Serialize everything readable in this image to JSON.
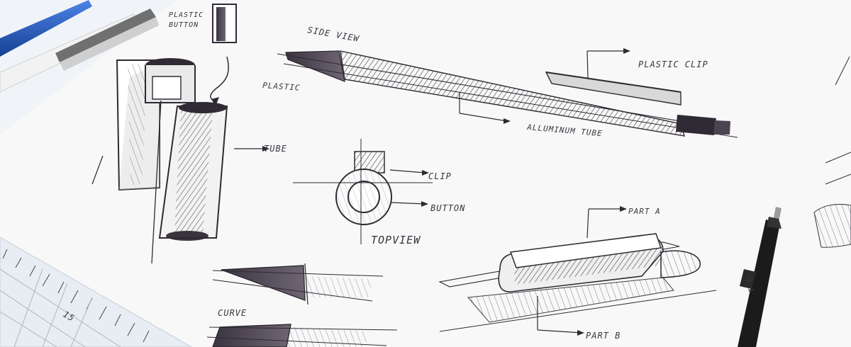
{
  "labels": {
    "plastic_button": "PLASTIC BUTTON",
    "plastic_button_line1": "PLASTIC",
    "plastic_button_line2": "BUTTON",
    "side_view": "SIDE VIEW",
    "plastic": "PLASTIC",
    "plastic_clip": "PLASTIC CLIP",
    "aluminum_tube": "ALLUMINUM TUBE",
    "tube": "TUBE",
    "clip": "CLIP",
    "button": "BUTTON",
    "top_view": "TOPVIEW",
    "curve": "CURVE",
    "part_a": "PART A",
    "part_b": "PART B"
  },
  "ruler": {
    "number": "15"
  },
  "marker": {
    "number": "0.1"
  },
  "colors": {
    "ink": "#2f2a33",
    "paper": "#f7f7f7",
    "blue_pen": "#1e55b8",
    "ruler": "#e9eef2",
    "marker_body": "#1b1b1b"
  }
}
